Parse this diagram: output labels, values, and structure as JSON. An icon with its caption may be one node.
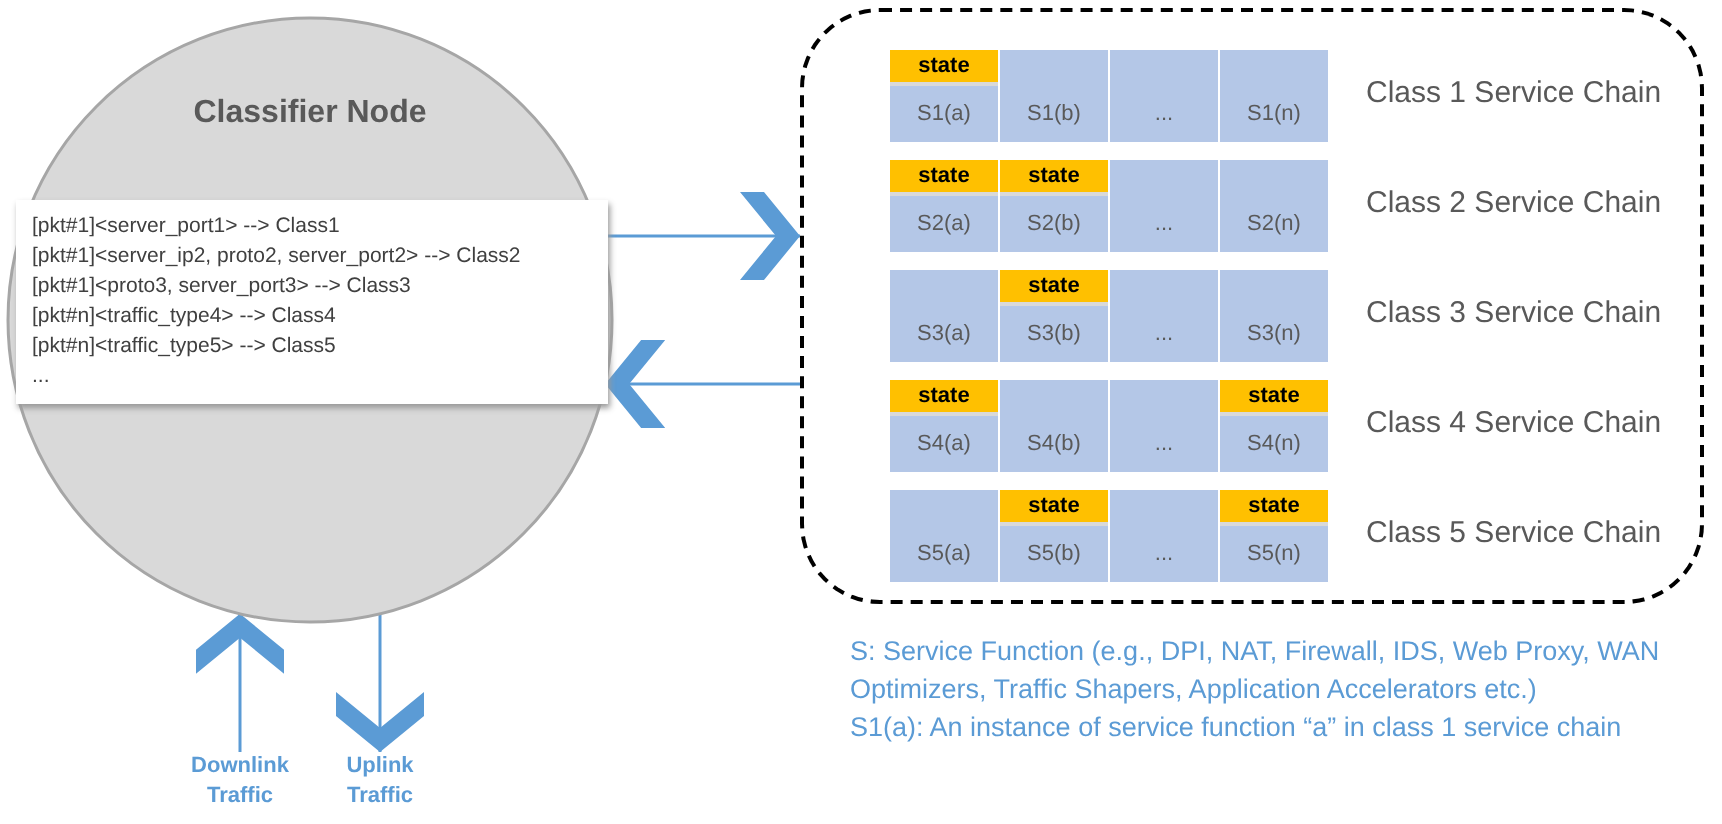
{
  "diagram": {
    "nodes": [
      {
        "text": [
          "Classifier Node"
        ]
      },
      {
        "text": [
          "[pkt#1]<server_port1> --> Class1",
          "[pkt#1]<server_ip2, proto2, server_port2> --> Class2",
          "[pkt#1]<proto3, server_port3> --> Class3",
          "[pkt#n]<traffic_type4> --> Class4",
          "[pkt#n]<traffic_type5> --> Class5",
          "..."
        ],
        "in": 0
      },
      {
        "text": [],
        "shape": "box"
      },
      {
        "text": [
          "Class 1 Service Chain"
        ],
        "in": 2
      },
      {
        "text": [
          "S1(a)"
        ],
        "in": 3
      },
      {
        "text": [
          "state"
        ],
        "in": 4
      },
      {
        "text": [
          "S1(b)"
        ],
        "in": 3
      },
      {
        "text": [
          "..."
        ],
        "in": 3
      },
      {
        "text": [
          "S1(n)"
        ],
        "in": 3
      },
      {
        "text": [
          "Class 2 Service Chain"
        ],
        "in": 2
      },
      {
        "text": [
          "S2(a)"
        ],
        "in": 9
      },
      {
        "text": [
          "state"
        ],
        "in": 10
      },
      {
        "text": [
          "S2(b)"
        ],
        "in": 9
      },
      {
        "text": [
          "state"
        ],
        "in": 12
      },
      {
        "text": [
          "..."
        ],
        "in": 9
      },
      {
        "text": [
          "S2(n)"
        ],
        "in": 9
      },
      {
        "text": [
          "Class 3 Service Chain"
        ],
        "in": 2
      },
      {
        "text": [
          "S3(a)"
        ],
        "in": 16
      },
      {
        "text": [
          "S3(b)"
        ],
        "in": 16
      },
      {
        "text": [
          "state"
        ],
        "in": 18
      },
      {
        "text": [
          "..."
        ],
        "in": 16
      },
      {
        "text": [
          "S3(n)"
        ],
        "in": 16
      },
      {
        "text": [
          "Class 4 Service Chain"
        ],
        "in": 2
      },
      {
        "text": [
          "S4(a)"
        ],
        "in": 22
      },
      {
        "text": [
          "state"
        ],
        "in": 23
      },
      {
        "text": [
          "S4(b)"
        ],
        "in": 22
      },
      {
        "text": [
          "..."
        ],
        "in": 22
      },
      {
        "text": [
          "S4(n)"
        ],
        "in": 22
      },
      {
        "text": [
          "state"
        ],
        "in": 27
      },
      {
        "text": [
          "Class 5 Service Chain"
        ],
        "in": 2
      },
      {
        "text": [
          "S5(a)"
        ],
        "in": 29
      },
      {
        "text": [
          "S5(b)"
        ],
        "in": 29
      },
      {
        "text": [
          "state"
        ],
        "in": 31
      },
      {
        "text": [
          "..."
        ],
        "in": 29
      },
      {
        "text": [
          "S5(n)"
        ],
        "in": 29
      },
      {
        "text": [
          "state"
        ],
        "in": 34
      },
      {
        "text": [
          "Downlink Traffic"
        ]
      },
      {
        "text": [
          "Uplink Traffic"
        ]
      }
    ],
    "edges": [
      {
        "from": 0,
        "to": 2,
        "arrow": "to"
      },
      {
        "from": 2,
        "to": 0,
        "arrow": "to"
      },
      {
        "from": 36,
        "to": 0,
        "arrow": "to"
      },
      {
        "from": 0,
        "to": 37,
        "arrow": "to"
      }
    ],
    "labels": [
      "S: Service Function (e.g., DPI, NAT, Firewall, IDS, Web Proxy, WAN Optimizers, Traffic Shapers, Application Accelerators etc.)",
      "S1(a): An instance of service function “a” in class 1 service chain"
    ]
  }
}
